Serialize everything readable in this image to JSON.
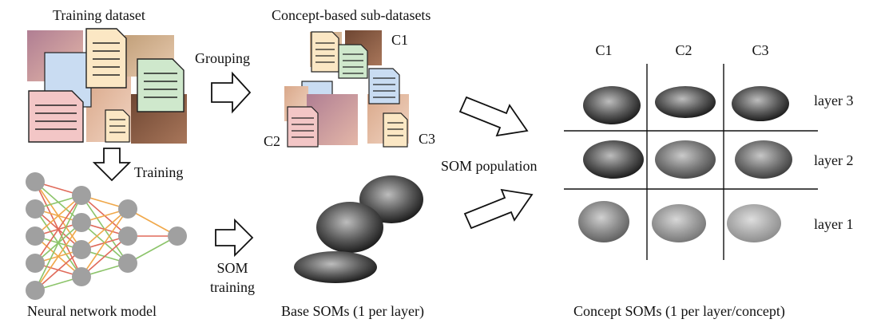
{
  "labels": {
    "training_dataset": "Training dataset",
    "concept_subdatasets": "Concept-based sub-datasets",
    "grouping": "Grouping",
    "training": "Training",
    "neural_network_model": "Neural network model",
    "som_training_line1": "SOM",
    "som_training_line2": "training",
    "base_soms": "Base SOMs (1 per layer)",
    "som_population": "SOM population",
    "concept_soms": "Concept SOMs (1 per layer/concept)",
    "c1_sub": "C1",
    "c2_sub": "C2",
    "c3_sub": "C3"
  },
  "grid": {
    "columns": [
      "C1",
      "C2",
      "C3"
    ],
    "rows": [
      "layer 3",
      "layer 2",
      "layer 1"
    ]
  },
  "colors": {
    "doc_pink": "#f3c6c6",
    "doc_blue": "#c9dcf2",
    "doc_yellow": "#fbe7c4",
    "doc_green": "#cfe8cc",
    "face_tone": "#d9a88a",
    "edge_red": "#e06a5a",
    "edge_green": "#8cc46a",
    "edge_orange": "#f0a84a",
    "node_gray": "#a0a0a0"
  },
  "icons": [
    "document-icon",
    "face-photo-icon",
    "outline-arrow-icon",
    "neuron-node-icon"
  ]
}
